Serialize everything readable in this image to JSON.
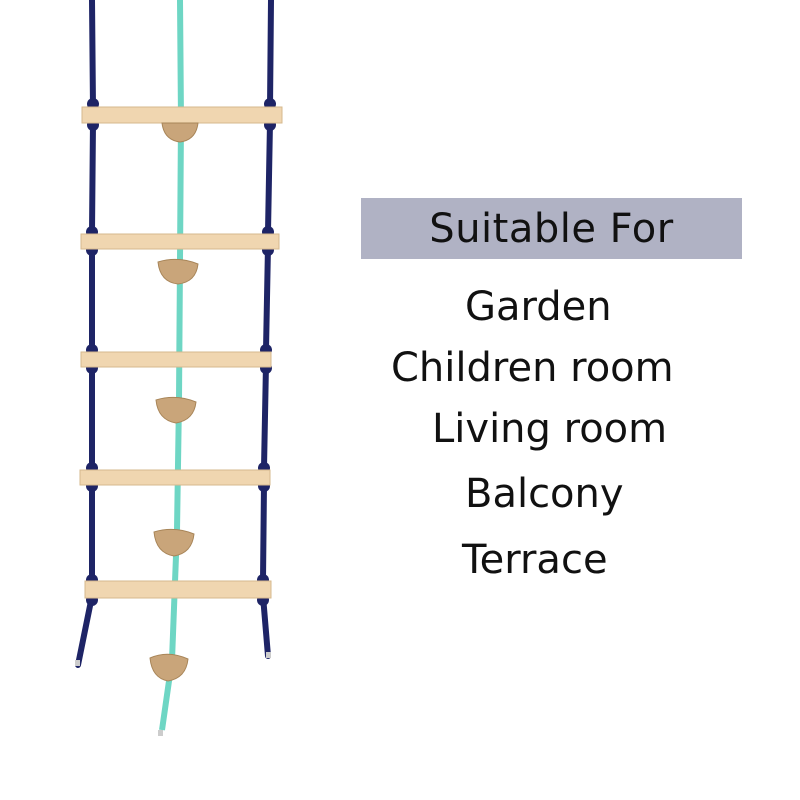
{
  "heading": {
    "label": "Suitable For",
    "background": "#b0b2c4"
  },
  "places": [
    {
      "label": "Garden"
    },
    {
      "label": "Children room"
    },
    {
      "label": "Living room"
    },
    {
      "label": "Balcony"
    },
    {
      "label": "Terrace"
    }
  ],
  "product": {
    "name": "rope-ladder-with-climbing-stones",
    "rung_count": 5,
    "stone_count": 5,
    "colors": {
      "side_rope": "#1e2466",
      "center_rope": "#6ed6c4",
      "wood": "#f0d6b0",
      "stone": "#c9a57a"
    }
  }
}
